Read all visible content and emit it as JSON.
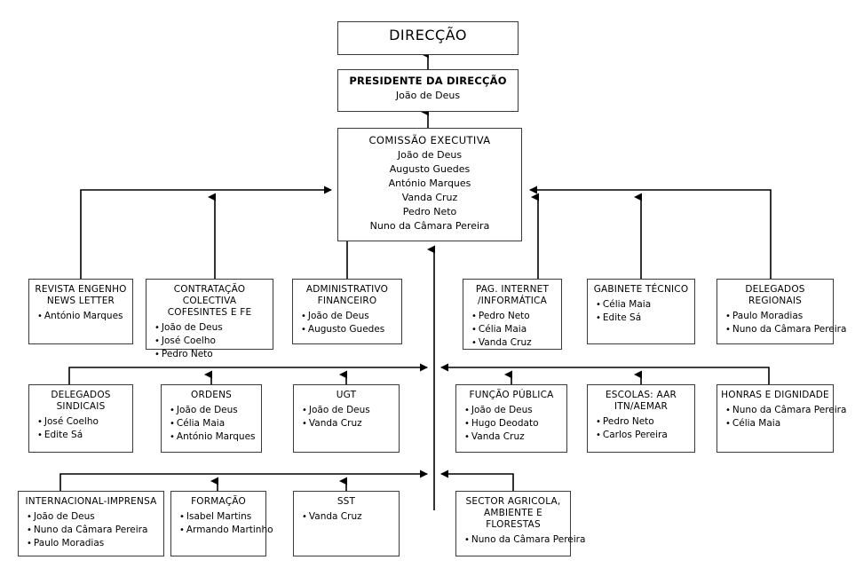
{
  "chart_data": {
    "type": "diagram",
    "title": "Organograma",
    "diagram_kind": "organizational-chart",
    "orientation": "bottom-up-arrows",
    "accent_color": "#000000",
    "border_color": "#3a3a3a",
    "background": "#ffffff"
  },
  "nodes": {
    "direccao": {
      "title": "DIRECÇÃO",
      "members": []
    },
    "presidente": {
      "title": "PRESIDENTE DA DIRECÇÃO",
      "members": [
        "João de Deus"
      ]
    },
    "comissao": {
      "title": "COMISSÃO EXECUTIVA",
      "members": [
        "João de Deus",
        "Augusto Guedes",
        "António Marques",
        "Vanda Cruz",
        "Pedro Neto",
        "Nuno da Câmara Pereira"
      ]
    },
    "revista": {
      "title": "REVISTA ENGENHO\nNEWS LETTER",
      "members": [
        "António Marques"
      ]
    },
    "contratacao": {
      "title": "CONTRATAÇÃO  COLECTIVA\nCOFESINTES E FE",
      "members": [
        "João de Deus",
        "José Coelho",
        "Pedro Neto"
      ]
    },
    "administrativo": {
      "title": "ADMINISTRATIVO\nFINANCEIRO",
      "members": [
        "João de Deus",
        "Augusto Guedes"
      ]
    },
    "internet": {
      "title": "PAG. INTERNET\n/INFORMÁTICA",
      "members": [
        "Pedro Neto",
        "Célia Maia",
        "Vanda Cruz"
      ]
    },
    "gabinete": {
      "title": "GABINETE TÉCNICO",
      "members": [
        "Célia Maia",
        "Edite Sá"
      ]
    },
    "delegados_regionais": {
      "title": "DELEGADOS REGIONAIS",
      "members": [
        "Paulo Moradias",
        "Nuno da Câmara Pereira"
      ]
    },
    "delegados_sindicais": {
      "title": "DELEGADOS SINDICAIS",
      "members": [
        "José Coelho",
        "Edite Sá"
      ]
    },
    "ordens": {
      "title": "ORDENS",
      "members": [
        "João de Deus",
        "Célia Maia",
        "António Marques"
      ]
    },
    "ugt": {
      "title": "UGT",
      "members": [
        "João de Deus",
        "Vanda Cruz"
      ]
    },
    "funcao_publica": {
      "title": "FUNÇÃO PÚBLICA",
      "members": [
        "João de Deus",
        "Hugo Deodato",
        "Vanda Cruz"
      ]
    },
    "escolas": {
      "title": "ESCOLAS: AAR\nITN/AEMAR",
      "members": [
        "Pedro Neto",
        "Carlos Pereira"
      ]
    },
    "honras": {
      "title": "HONRAS E DIGNIDADE",
      "members": [
        "Nuno da Câmara Pereira",
        "Célia Maia"
      ]
    },
    "internacional": {
      "title": "INTERNACIONAL-IMPRENSA",
      "members": [
        "João de Deus",
        "Nuno da Câmara Pereira",
        "Paulo Moradias"
      ]
    },
    "formacao": {
      "title": "FORMAÇÃO",
      "members": [
        "Isabel Martins",
        "Armando Martinho"
      ]
    },
    "sst": {
      "title": "SST",
      "members": [
        "Vanda Cruz"
      ]
    },
    "sector_agricola": {
      "title": "SECTOR AGRICOLA,\nAMBIENTE E FLORESTAS",
      "members": [
        "Nuno da Câmara Pereira"
      ]
    }
  }
}
